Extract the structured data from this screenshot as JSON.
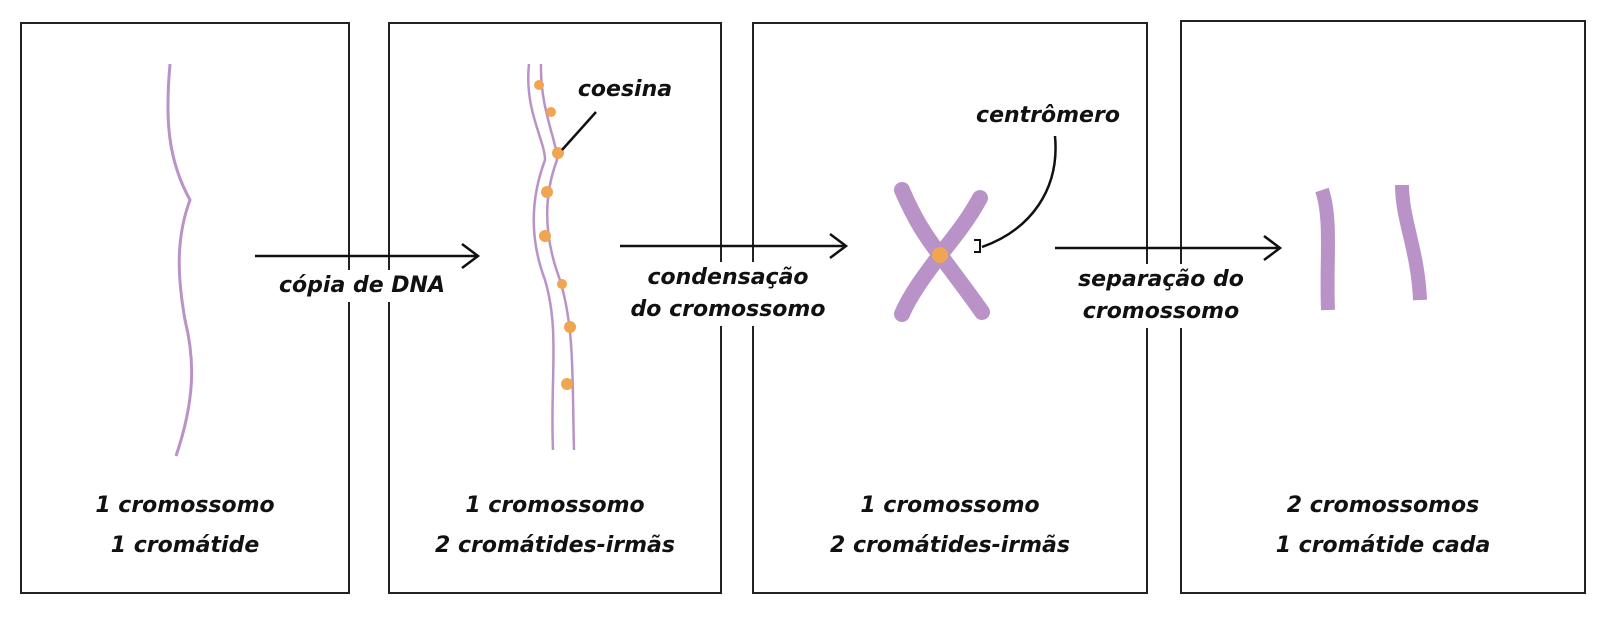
{
  "colors": {
    "chromosome": "#b993c7",
    "cohesin": "#f0a550",
    "line": "#111111"
  },
  "panels": [
    {
      "line1": "1 cromossomo",
      "line2": "1 cromátide"
    },
    {
      "line1": "1 cromossomo",
      "line2": "2 cromátides-irmãs"
    },
    {
      "line1": "1 cromossomo",
      "line2": "2 cromátides-irmãs"
    },
    {
      "line1": "2 cromossomos",
      "line2": "1 cromátide cada"
    }
  ],
  "arrows": [
    {
      "line1": "cópia de DNA",
      "line2": ""
    },
    {
      "line1": "condensação",
      "line2": "do cromossomo"
    },
    {
      "line1": "separação do",
      "line2": "cromossomo"
    }
  ],
  "callouts": {
    "cohesin": "coesina",
    "centromere": "centrômero"
  }
}
